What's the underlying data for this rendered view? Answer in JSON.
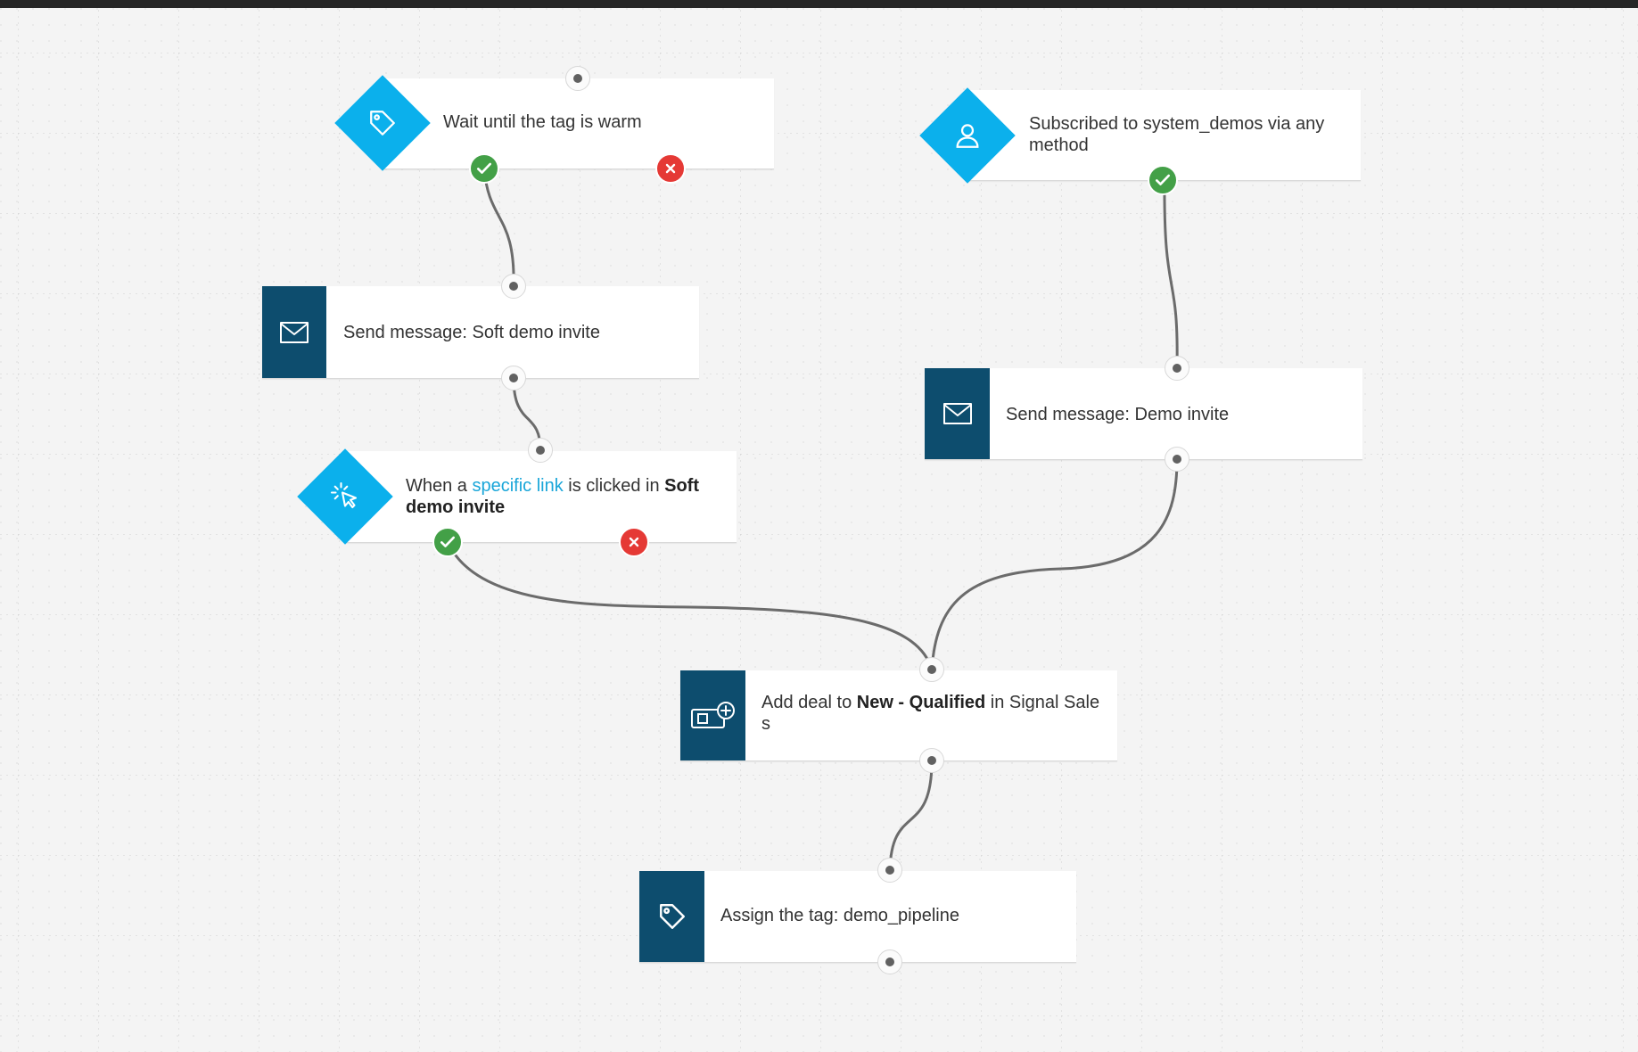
{
  "nodes": {
    "wait_tag": {
      "label": "Wait until the tag is warm"
    },
    "subscribed": {
      "label": "Subscribed to system_demos via any method"
    },
    "send_soft": {
      "label": "Send message: Soft demo invite"
    },
    "send_demo": {
      "label": "Send message: Demo invite"
    },
    "link_click": {
      "prefix": "When a ",
      "link": "specific link",
      "middle": " is clicked in ",
      "bold": "Soft demo invite"
    },
    "add_deal": {
      "prefix": "Add deal to ",
      "bold": "New - Qualified",
      "suffix": " in Signal Sales"
    },
    "assign_tag": {
      "label": "Assign the tag: demo_pipeline"
    }
  },
  "icons": {
    "wait_tag": "tag-icon",
    "subscribed": "user-icon",
    "send_soft": "envelope-icon",
    "send_demo": "envelope-icon",
    "link_click": "cursor-click-icon",
    "add_deal": "deal-add-icon",
    "assign_tag": "tag-icon",
    "yes_branch": "check-icon",
    "no_branch": "x-icon"
  },
  "colors": {
    "trigger": "#0bb0ec",
    "action": "#0d4d6e",
    "yes": "#43a047",
    "no": "#e53935",
    "link": "#1aa6d9",
    "wire": "#6b6b6b"
  }
}
